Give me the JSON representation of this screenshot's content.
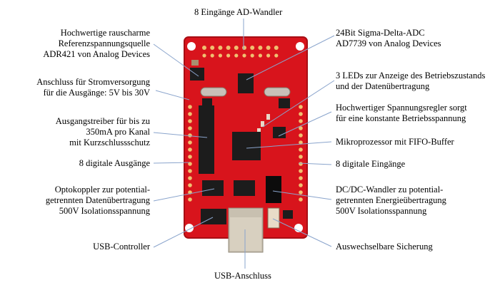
{
  "diagram": {
    "subject": "USB data acquisition board (red PCB)",
    "colors": {
      "pcb": "#d8141c",
      "pcb_dark": "#a80e14",
      "pad": "#f0c070",
      "chip": "#1c1c1c",
      "leader_line": "#8aa4cc",
      "usb_metal": "#c8c0b0"
    },
    "labels": {
      "ad_inputs": [
        "8 Eingänge AD-Wandler"
      ],
      "reference": [
        "Hochwertige rauscharme",
        "Referenzspannungsquelle",
        "ADR421 von Analog Devices"
      ],
      "power": [
        "Anschluss für Stromversorgung",
        "für die Ausgänge: 5V bis 30V"
      ],
      "driver": [
        "Ausgangstreiber für bis zu",
        "350mA pro Kanal",
        "mit Kurzschlussschutz"
      ],
      "digital_out": [
        "8 digitale Ausgänge"
      ],
      "optocoupler": [
        "Optokoppler zur potential-",
        "getrennten Datenübertragung",
        "500V Isolationsspannung"
      ],
      "usb_controller": [
        "USB-Controller"
      ],
      "usb_port": [
        "USB-Anschluss"
      ],
      "adc": [
        "24Bit Sigma-Delta-ADC",
        "AD7739 von Analog Devices"
      ],
      "leds": [
        "3 LEDs zur Anzeige des Betriebszustands",
        "und der Datenübertragung"
      ],
      "regulator": [
        "Hochwertiger Spannungsregler sorgt",
        "für eine konstante Betriebsspannung"
      ],
      "mcu": [
        "Mikroprozessor mit FIFO-Buffer"
      ],
      "digital_in": [
        "8 digitale Eingänge"
      ],
      "dcdc": [
        "DC/DC-Wandler zu potential-",
        "getrennten Energieübertragung",
        "500V Isolationsspannung"
      ],
      "fuse": [
        "Auswechselbare Sicherung"
      ]
    }
  }
}
